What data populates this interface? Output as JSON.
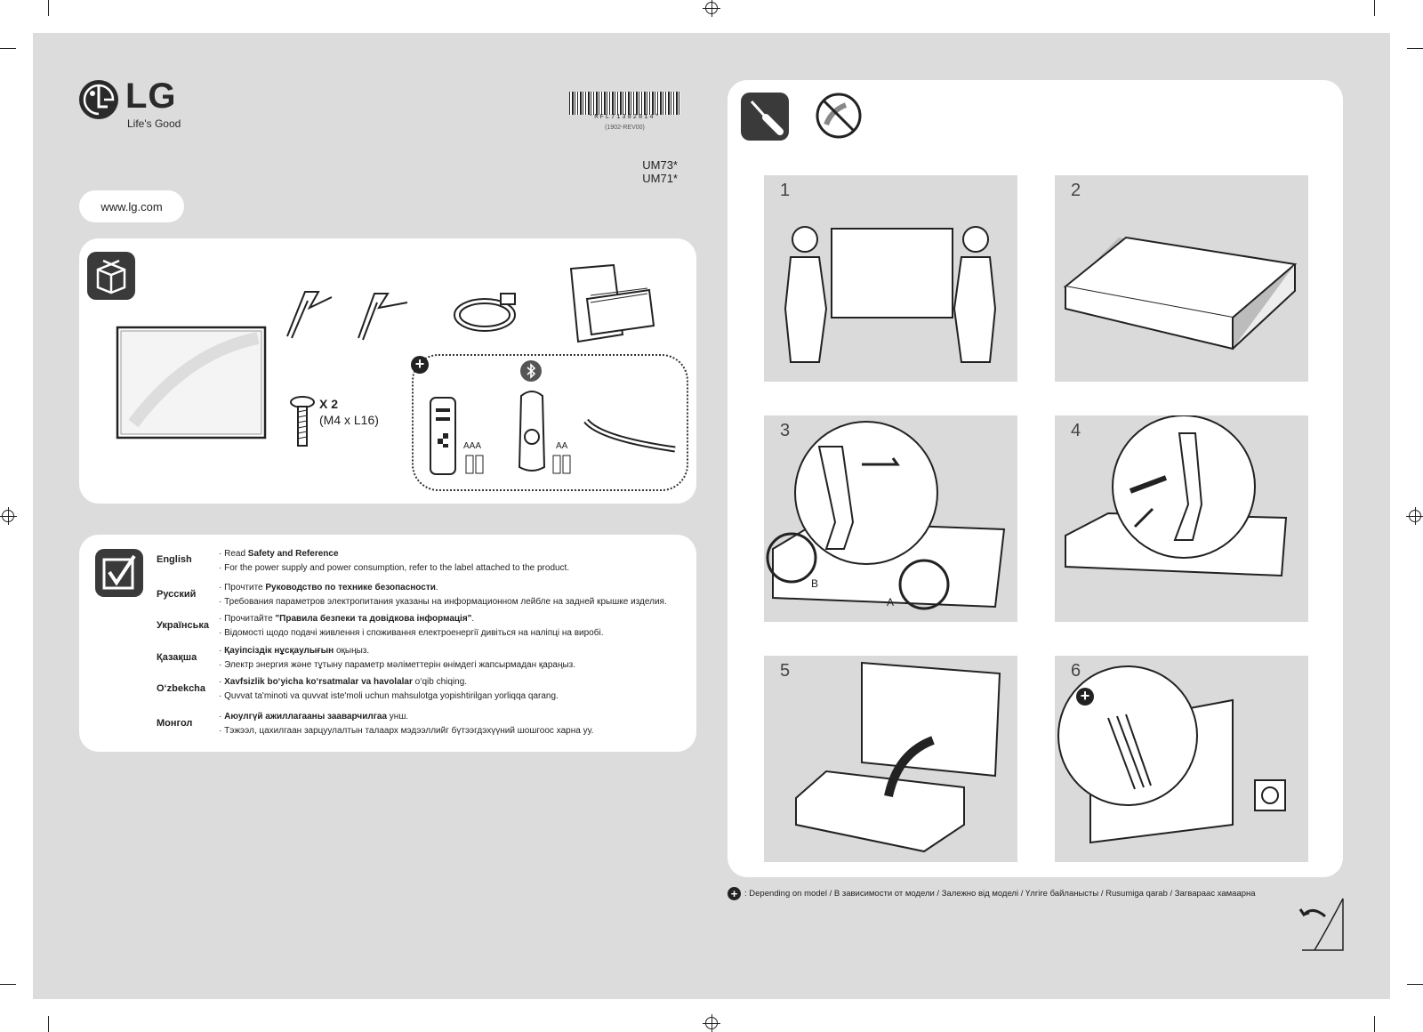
{
  "brand": {
    "name": "LG",
    "tagline": "Life's Good",
    "url": "www.lg.com"
  },
  "barcode": {
    "text": "*MFL71382814*",
    "revision": "(1902-REV00)"
  },
  "models": [
    "UM73*",
    "UM71*"
  ],
  "box_contents": {
    "screw_count": "X 2",
    "screw_spec": "(M4 x L16)",
    "battery_aaa": "AAA",
    "battery_aa": "AA"
  },
  "languages": [
    {
      "name": "English",
      "line1_pre": "Read ",
      "line1_bold": "Safety and Reference",
      "line1_post": "",
      "line2": "For the power supply and power consumption, refer to the label attached to the product."
    },
    {
      "name": "Русский",
      "line1_pre": "Прочтите ",
      "line1_bold": "Руководство по технике безопасности",
      "line1_post": ".",
      "line2": "Требования параметров электропитания указаны на информационном лейбле на задней крышке изделия."
    },
    {
      "name": "Українська",
      "line1_pre": "Прочитайте ",
      "line1_bold": "\"Правила безпеки та довідкова інформація\"",
      "line1_post": ".",
      "line2": "Відомості щодо подачі живлення і споживання електроенергії дивіться на наліпці на виробі."
    },
    {
      "name": "Қазақша",
      "line1_pre": "",
      "line1_bold": "Қауіпсіздік нұсқаулығын",
      "line1_post": " оқыңыз.",
      "line2": "Электр энергия және тұтыну параметр мәліметтерін өнімдегі жапсырмадан қараңыз."
    },
    {
      "name": "O‘zbekcha",
      "line1_pre": "",
      "line1_bold": "Xavfsizlik bo‘yicha ko‘rsatmalar va havolalar",
      "line1_post": " o‘qib chiqing.",
      "line2": "Quvvat ta'minoti va quvvat iste'moli uchun mahsulotga yopishtirilgan yorliqqa qarang."
    },
    {
      "name": "Монгол",
      "line1_pre": "",
      "line1_bold": "Аюулгүй ажиллагааны зааварчилгаа",
      "line1_post": " унш.",
      "line2": "Тэжээл, цахилгаан зарцуулалтын талаарх мэдээллийг бүтээгдэхүүний шошгоос харна уу."
    }
  ],
  "steps": [
    {
      "num": "1"
    },
    {
      "num": "2"
    },
    {
      "num": "3",
      "label_a": "A",
      "label_b": "B"
    },
    {
      "num": "4"
    },
    {
      "num": "5"
    },
    {
      "num": "6"
    }
  ],
  "footer": {
    "note": ": Depending on model / В зависимости от модели / Залежно від моделі / Үлгіге байланысты / Rusumiga qarab / Загвараас хамаарна"
  },
  "colors": {
    "sheet": "#dcdcdc",
    "panel": "#ffffff",
    "icon": "#3a3a3a",
    "step_bg": "#dadada"
  }
}
